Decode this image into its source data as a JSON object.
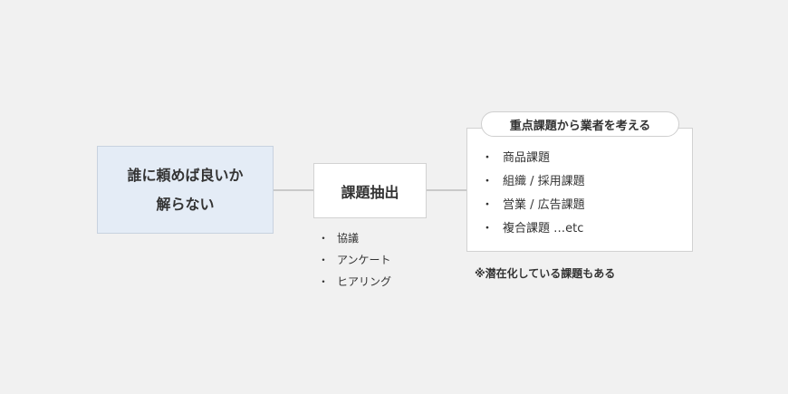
{
  "question_box": {
    "lines": [
      "誰に頼めば良いか",
      "解らない"
    ]
  },
  "extract_box": {
    "label": "課題抽出"
  },
  "extract_items": [
    "協議",
    "アンケート",
    "ヒアリング"
  ],
  "focus_box": {
    "header": "重点課題から業者を考える",
    "items": [
      "商品課題",
      "組織 / 採用課題",
      "営業 / 広告課題",
      "複合課題 …etc"
    ]
  },
  "bullet": "・",
  "note": "※潜在化している課題もある",
  "colors": {
    "background": "#f1f1f1",
    "question_fill": "#e4ecf6",
    "box_fill": "#ffffff",
    "border": "#d2d2d2",
    "connector": "#c9c9c9",
    "text": "#333333"
  }
}
